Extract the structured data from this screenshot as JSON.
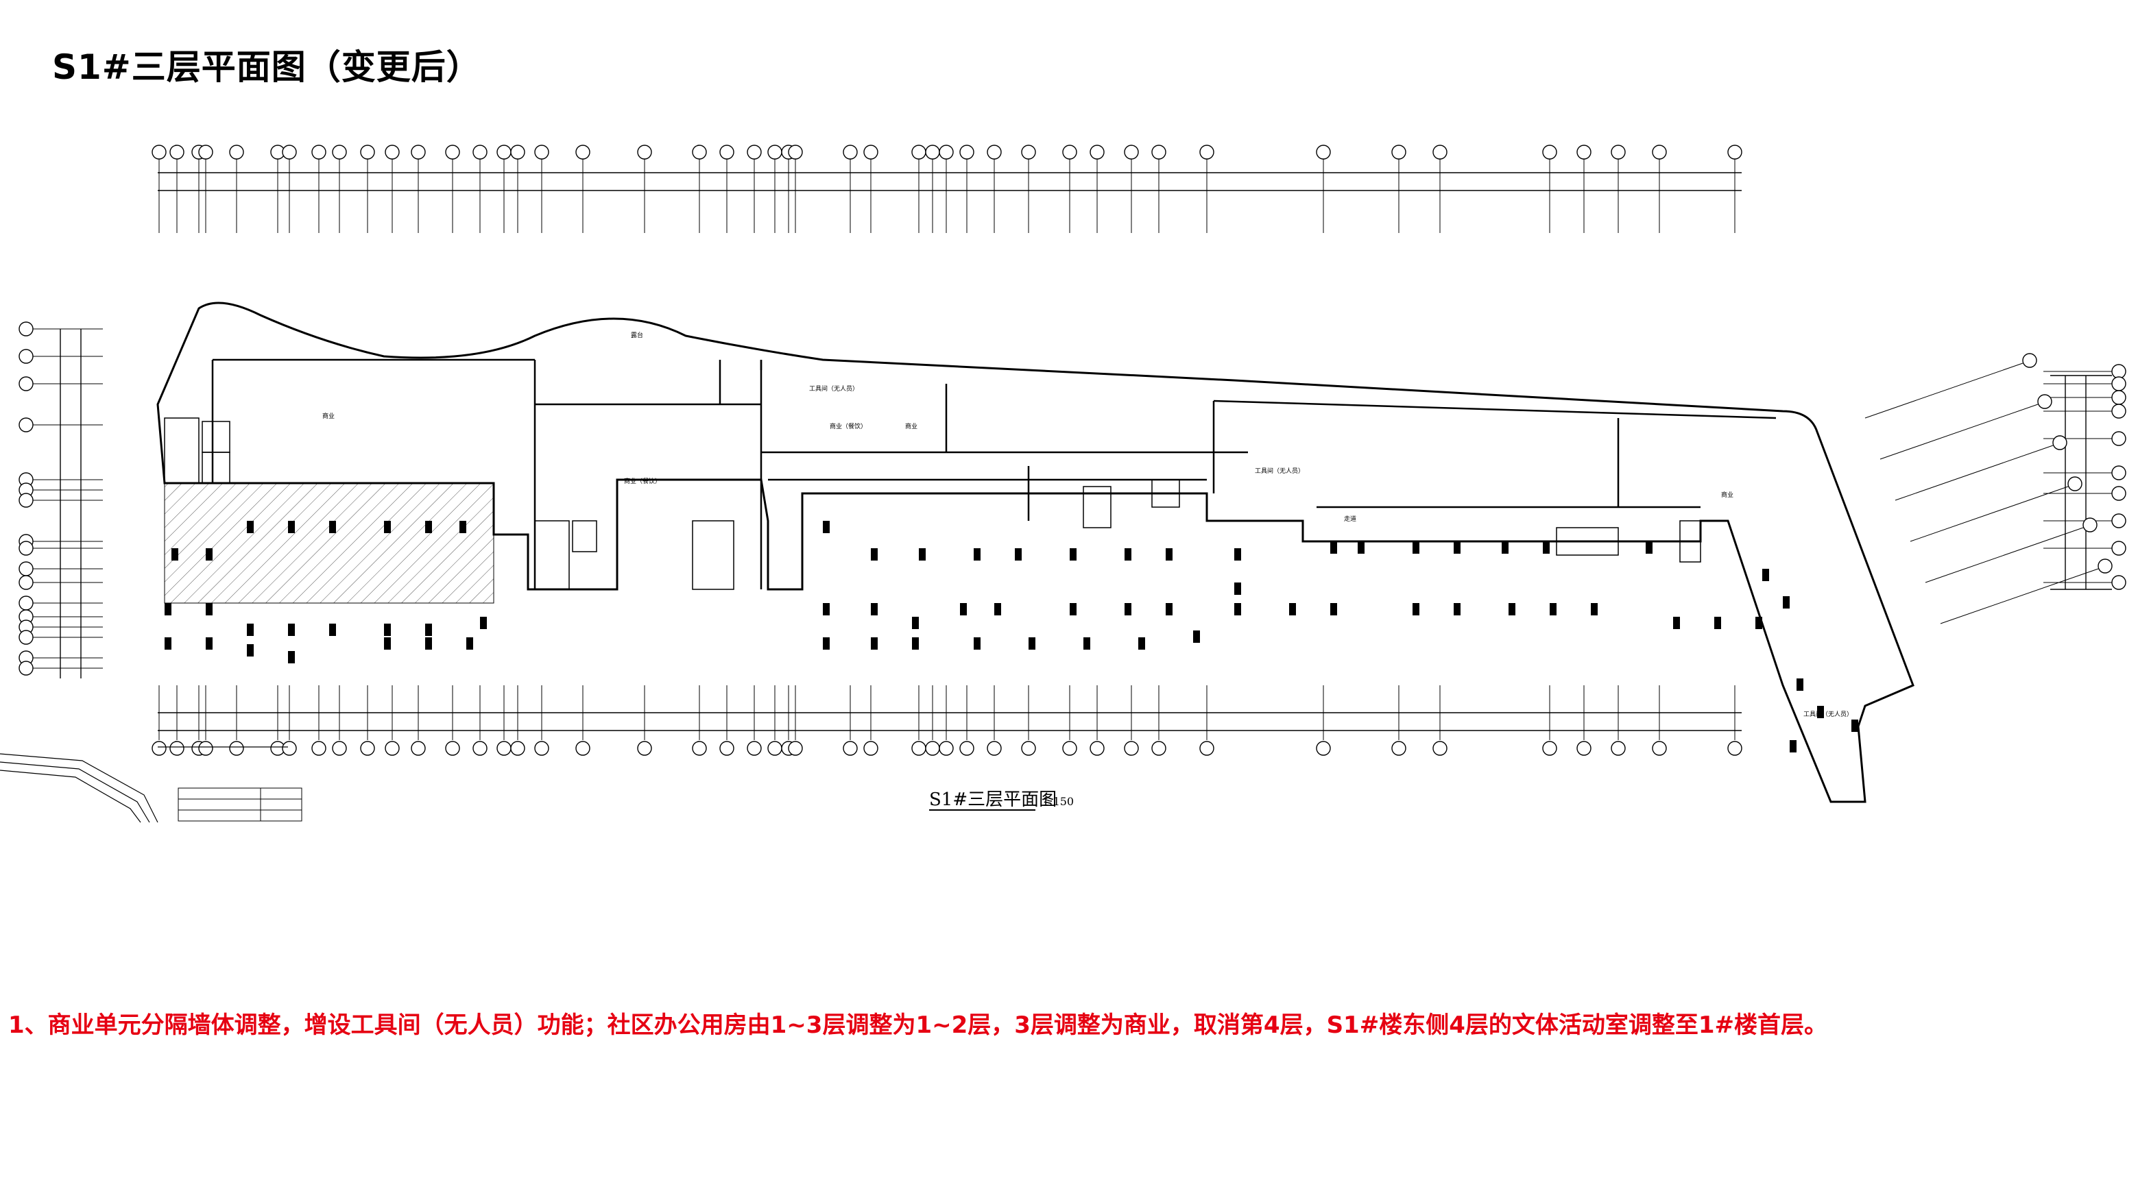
{
  "title": "S1#三层平面图（变更后）",
  "plan": {
    "caption": "S1#三层平面图",
    "scale": "1:150",
    "rooms": [
      {
        "label": "商业"
      },
      {
        "label": "商业（餐饮）"
      },
      {
        "label": "工具间（无人员）"
      },
      {
        "label": "商业（餐饮）"
      },
      {
        "label": "商业"
      },
      {
        "label": "工具间（无人员）"
      },
      {
        "label": "商业"
      },
      {
        "label": "工具间（无人员）"
      },
      {
        "label": "走道"
      },
      {
        "label": "露台"
      }
    ]
  },
  "note": "1、商业单元分隔墙体调整，增设工具间（无人员）功能；社区办公用房由1~3层调整为1~2层，3层调整为商业，取消第4层，S1#楼东侧4层的文体活动室调整至1#楼首层。",
  "colors": {
    "note": "#e60012",
    "line": "#000000"
  }
}
